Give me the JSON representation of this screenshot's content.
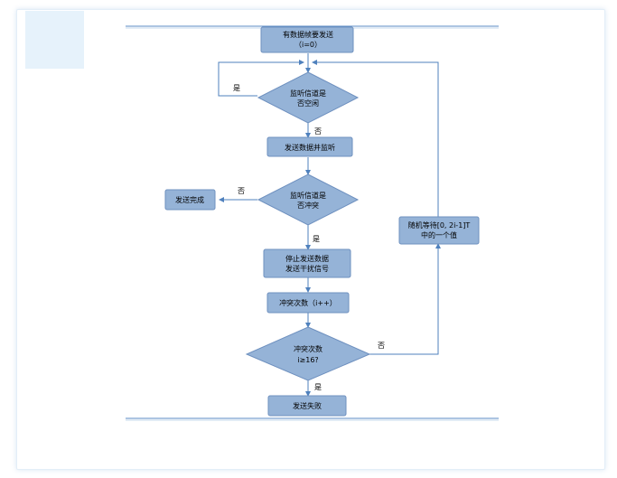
{
  "colors": {
    "node_fill": "#95b3d7",
    "node_stroke": "#6e90bf",
    "connector": "#4f81bd",
    "rule_line": "#5b8bc6"
  },
  "nodes": {
    "start": {
      "line1": "有数据帧要发送",
      "line2": "（i=0）"
    },
    "listen_idle": {
      "line1": "监听信道是",
      "line2": "否空闲"
    },
    "send_listen": {
      "line1": "发送数据并监听"
    },
    "listen_collision": {
      "line1": "监听信道是",
      "line2": "否冲突"
    },
    "send_done": {
      "line1": "发送完成"
    },
    "stop_send": {
      "line1": "停止发送数据",
      "line2": "发送干扰信号"
    },
    "collision_count": {
      "line1": "冲突次数（i++）"
    },
    "check_count": {
      "line1": "冲突次数",
      "line2": "i≥16?"
    },
    "send_fail": {
      "line1": "发送失败"
    },
    "random_wait": {
      "line1": "随机等待[0, 2i-1]T",
      "line2": "中的一个值"
    }
  },
  "edge_labels": {
    "idle_yes": "是",
    "idle_no": "否",
    "collision_no": "否",
    "collision_yes": "是",
    "count_no": "否",
    "count_yes": "是"
  }
}
